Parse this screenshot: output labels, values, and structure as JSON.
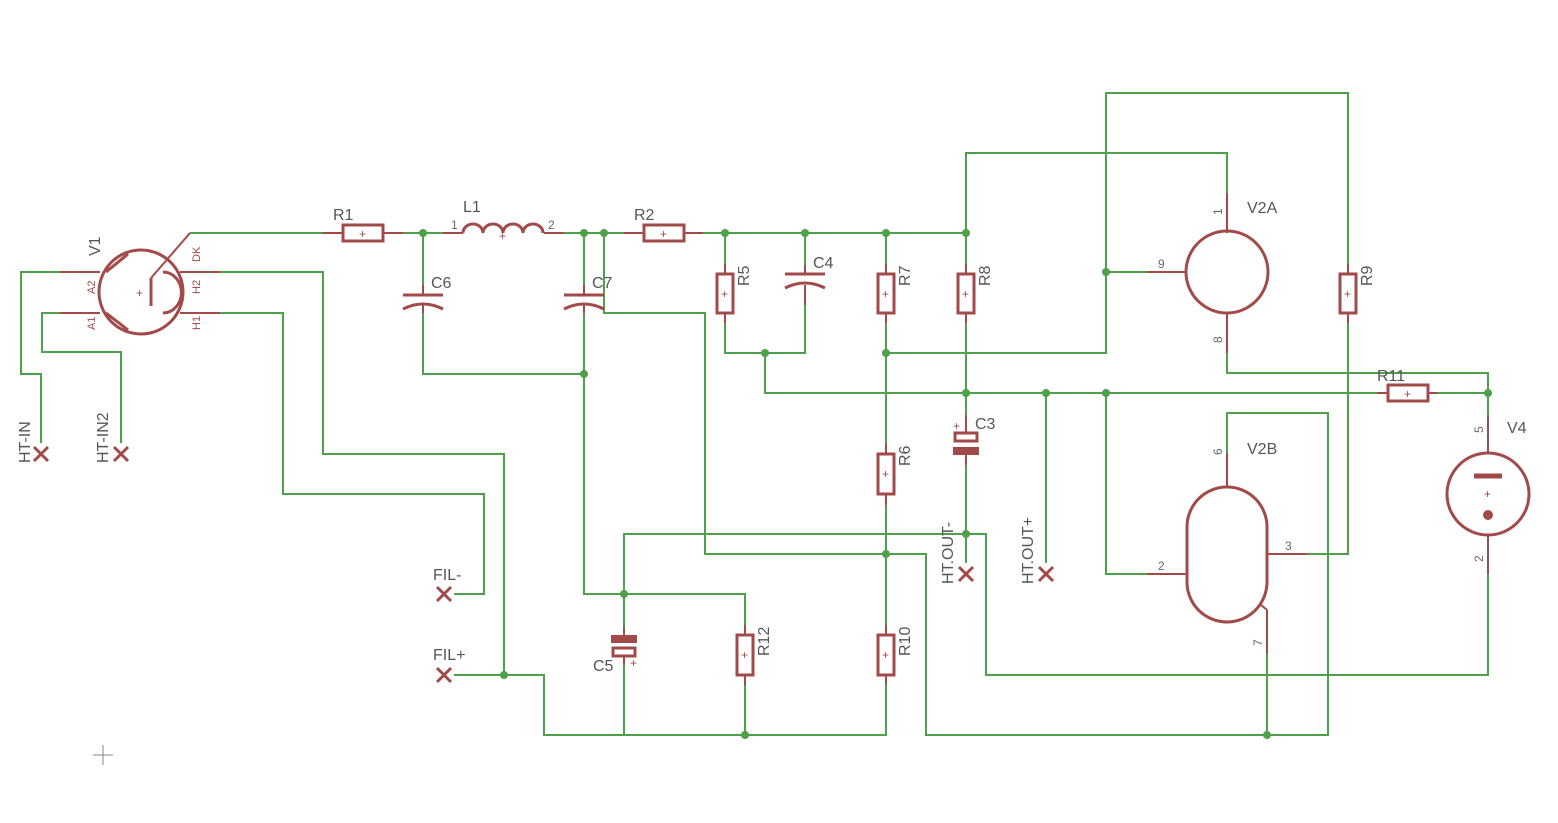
{
  "components": {
    "R1": "R1",
    "R2": "R2",
    "R5": "R5",
    "R6": "R6",
    "R7": "R7",
    "R8": "R8",
    "R9": "R9",
    "R10": "R10",
    "R11": "R11",
    "R12": "R12",
    "C3": "C3",
    "C4": "C4",
    "C5": "C5",
    "C6": "C6",
    "C7": "C7",
    "L1": "L1",
    "V1": "V1",
    "V2A": "V2A",
    "V2B": "V2B",
    "V4": "V4"
  },
  "connectors": {
    "ht_in": "HT-IN",
    "ht_in2": "HT-IN2",
    "fil_minus": "FIL-",
    "fil_plus": "FIL+",
    "ht_out_minus": "HT.OUT-",
    "ht_out_plus": "HT.OUT+"
  },
  "pins": {
    "v1_a2": "A2",
    "v1_a1": "A1",
    "v1_dk": "DK",
    "v1_h2": "H2",
    "v1_h1": "H1",
    "l1_p1": "1",
    "l1_p2": "2",
    "v2a_p1": "1",
    "v2a_p9": "9",
    "v2a_p8": "8",
    "v2b_p6": "6",
    "v2b_p2": "2",
    "v2b_p3": "3",
    "v2b_p7": "7",
    "v4_p5": "5",
    "v4_p2": "2"
  },
  "colors": {
    "wire": "#4ea04a",
    "part": "#a24a4a",
    "text": "#555555"
  }
}
